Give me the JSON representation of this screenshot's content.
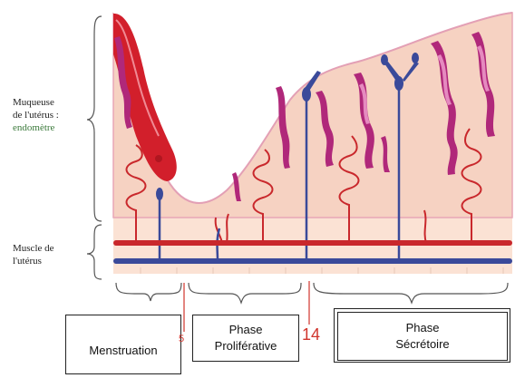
{
  "labels": {
    "muqueuse_line1": "Muqueuse",
    "muqueuse_line2": "de l'utérus :",
    "muqueuse_line3": "endomètre",
    "muscle_line1": "Muscle de",
    "muscle_line2": "l'utérus"
  },
  "phases": {
    "menstruation": "Menstruation",
    "proliferative_line1": "Phase",
    "proliferative_line2": "Proliférative",
    "secretoire_line1": "Phase",
    "secretoire_line2": "Sécrétoire"
  },
  "days": {
    "day_5": "5",
    "day_14": "14"
  },
  "colors": {
    "mucosa_fill": "#f6d2c2",
    "mucosa_edge": "#e8a6b6",
    "gland": "#b0287a",
    "gland_light": "#e58abf",
    "artery": "#c9282c",
    "vein": "#3a4a9a",
    "muscle_fill": "#fbe2d4",
    "menstrual_blood": "#d21f2b",
    "day_marker": "#d0342c"
  }
}
